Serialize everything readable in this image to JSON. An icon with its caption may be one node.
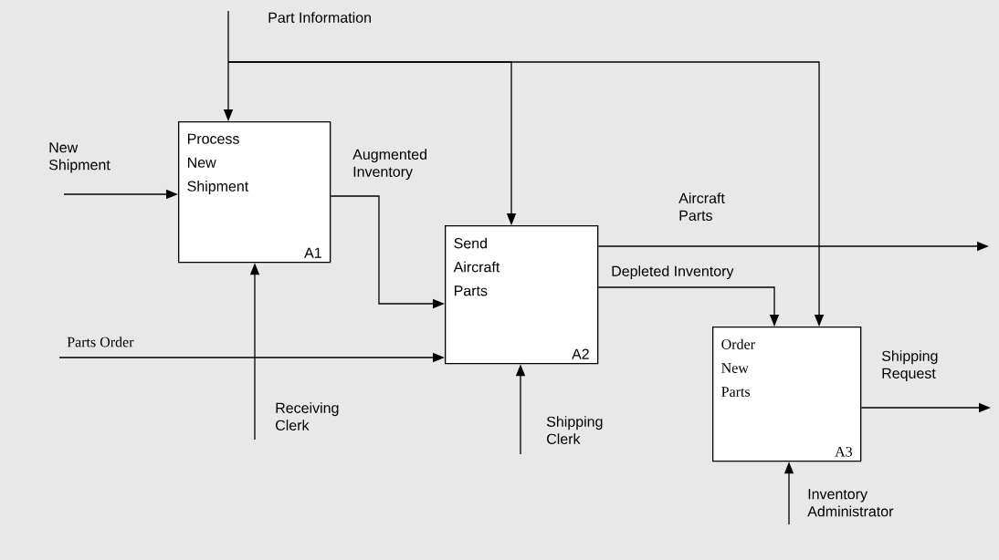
{
  "diagram": {
    "nodes": [
      {
        "text": [
          "Process New Shipment",
          "A1"
        ]
      },
      {
        "text": [
          "Send Aircraft Parts",
          "A2"
        ]
      },
      {
        "text": [
          "Order New Parts",
          "A3"
        ]
      }
    ],
    "edges": [
      {
        "from": null,
        "to": 0,
        "arrow": "to",
        "label": "Part Information"
      },
      {
        "from": null,
        "to": 1,
        "arrow": "to"
      },
      {
        "from": null,
        "to": 2,
        "arrow": "to"
      },
      {
        "from": null,
        "to": 0,
        "arrow": "to",
        "label": "New Shipment"
      },
      {
        "from": 0,
        "to": 1,
        "arrow": "to",
        "label": "Augmented Inventory"
      },
      {
        "from": null,
        "to": 1,
        "arrow": "to",
        "label": "Parts Order"
      },
      {
        "from": null,
        "to": 0,
        "arrow": "to",
        "label": "Receiving Clerk"
      },
      {
        "from": null,
        "to": 1,
        "arrow": "to",
        "label": "Shipping Clerk"
      },
      {
        "from": 1,
        "to": null,
        "arrow": "to",
        "label": "Aircraft Parts"
      },
      {
        "from": 1,
        "to": 2,
        "arrow": "to",
        "label": "Depleted Inventory"
      },
      {
        "from": 2,
        "to": null,
        "arrow": "to",
        "label": "Shipping Request"
      },
      {
        "from": null,
        "to": 2,
        "arrow": "to",
        "label": "Inventory Administrator"
      }
    ]
  }
}
